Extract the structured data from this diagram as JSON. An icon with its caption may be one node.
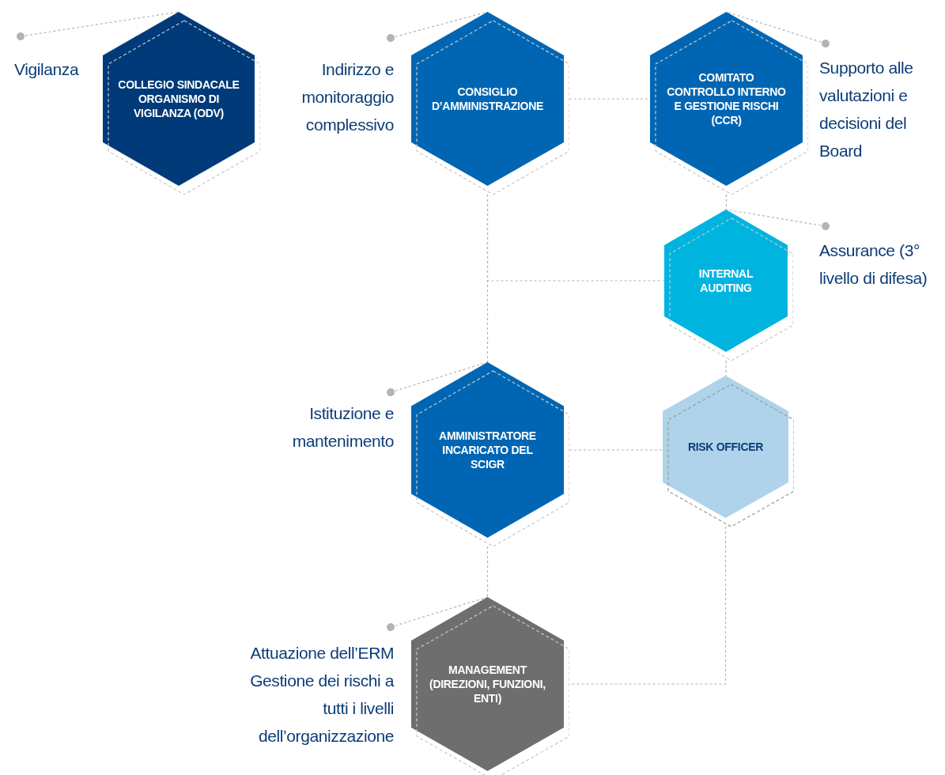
{
  "diagram": {
    "nodes": [
      {
        "text": [
          "Vigilanza"
        ]
      },
      {
        "text": [
          "COLLEGIO SINDACALE ORGANISMO DI VIGILANZA (ODV)"
        ]
      },
      {
        "text": [
          "Indirizzo e monitoraggio complessivo"
        ]
      },
      {
        "text": [
          "CONSIGLIO D’AMMINISTRAZIONE"
        ]
      },
      {
        "text": [
          "COMITATO CONTROLLO INTERNO E GESTIONE RISCHI (CCR)"
        ]
      },
      {
        "text": [
          "Supporto alle valutazioni e decisioni del Board"
        ]
      },
      {
        "text": [
          "INTERNAL AUDITING"
        ]
      },
      {
        "text": [
          "Assurance (3° livello di difesa)"
        ]
      },
      {
        "text": [
          "Istituzione e mantenimento"
        ]
      },
      {
        "text": [
          "AMMINISTRATORE INCARICATO DEL SCIGR"
        ]
      },
      {
        "text": [
          "RISK OFFICER"
        ]
      },
      {
        "text": [
          "Attuazione dell’ERM Gestione dei rischi a tutti i livelli dell’organizzazione"
        ]
      },
      {
        "text": [
          "MANAGEMENT (DIREZIONI, FUNZIONI, ENTI)"
        ]
      }
    ],
    "edges": [
      {
        "from": 0,
        "to": 1,
        "arrow": "other"
      },
      {
        "from": 2,
        "to": 3,
        "arrow": "other"
      },
      {
        "from": 5,
        "to": 4,
        "arrow": "other"
      },
      {
        "from": 7,
        "to": 6,
        "arrow": "other"
      },
      {
        "from": 8,
        "to": 9,
        "arrow": "other"
      },
      {
        "from": 11,
        "to": 12,
        "arrow": "other"
      },
      {
        "from": 3,
        "to": 4,
        "arrow": "none"
      },
      {
        "from": 3,
        "to": 9,
        "arrow": "none"
      },
      {
        "from": 3,
        "to": 6,
        "arrow": "none"
      },
      {
        "from": 4,
        "to": 6,
        "arrow": "none"
      },
      {
        "from": 6,
        "to": 10,
        "arrow": "none"
      },
      {
        "from": 9,
        "to": 10,
        "arrow": "none"
      },
      {
        "from": 9,
        "to": 12,
        "arrow": "none"
      },
      {
        "from": 10,
        "to": 12,
        "arrow": "none"
      }
    ]
  }
}
